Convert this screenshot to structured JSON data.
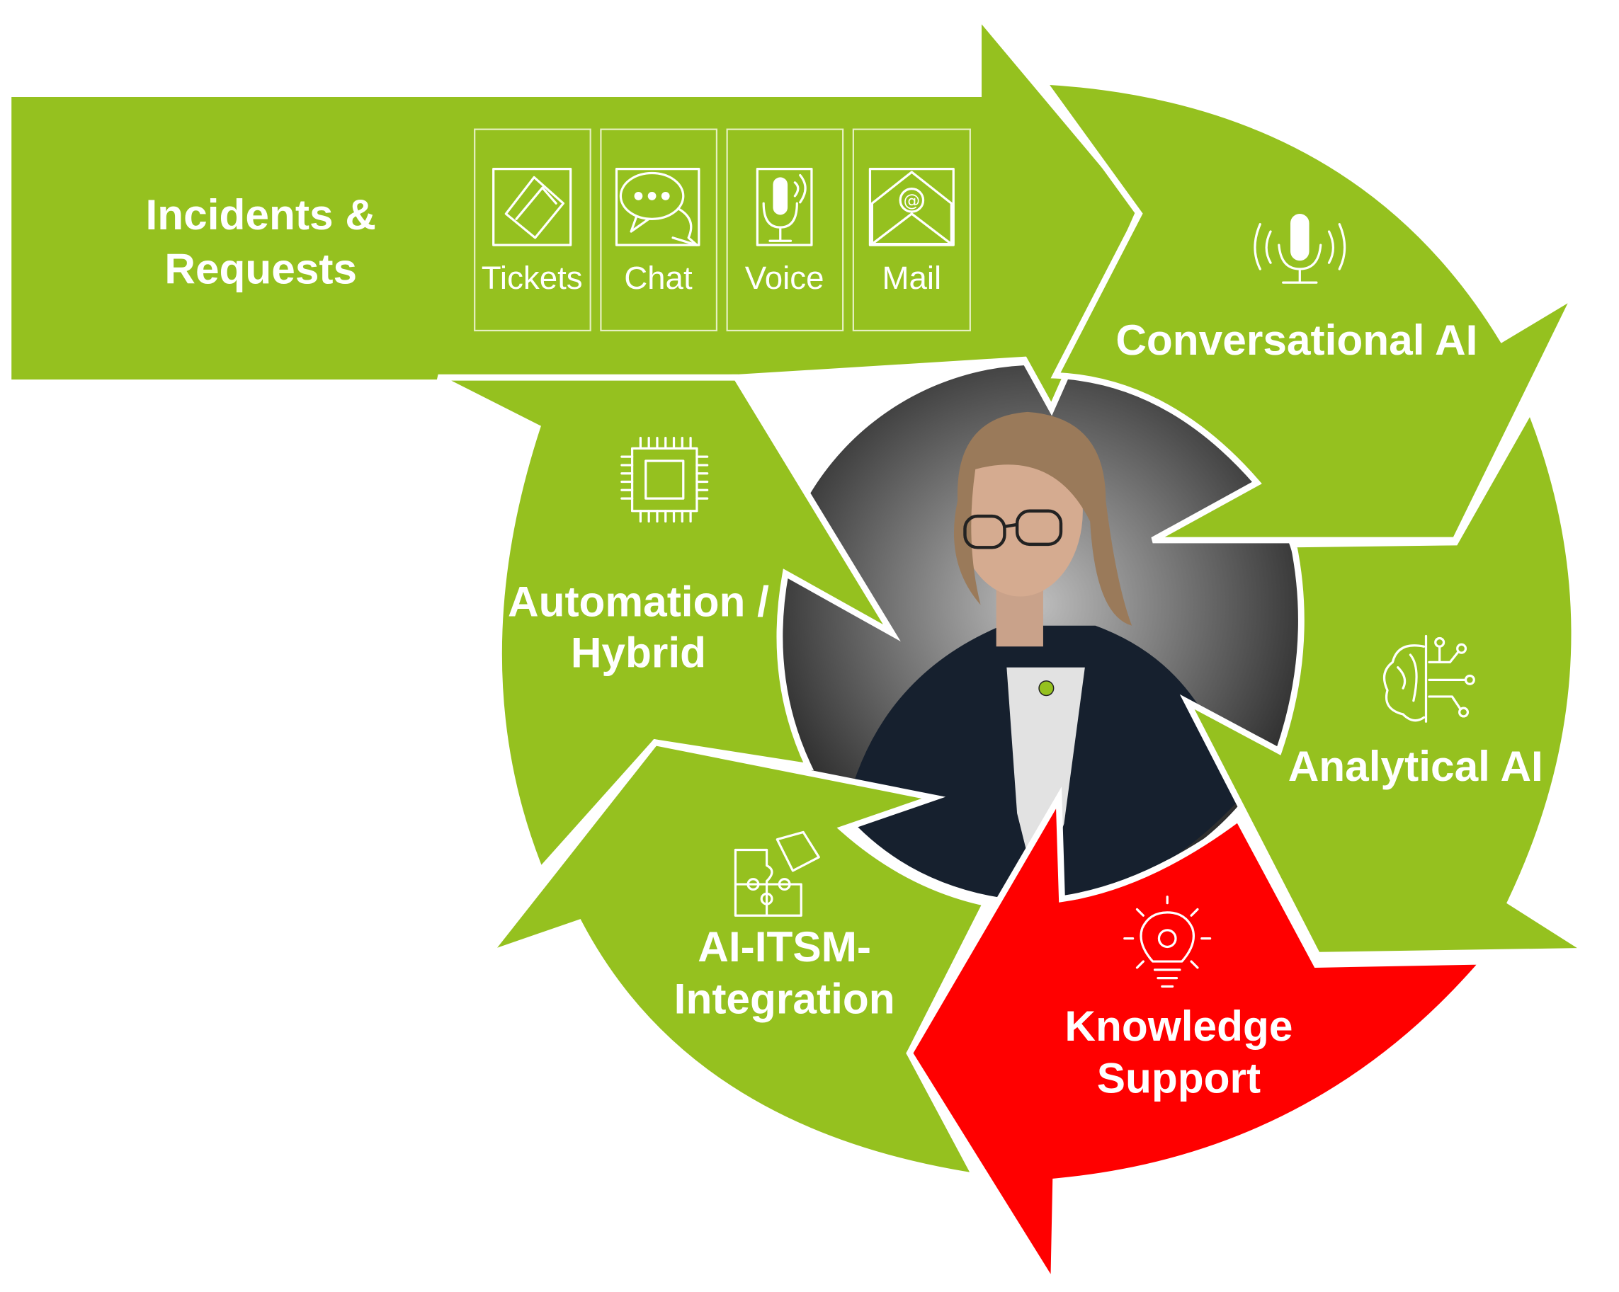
{
  "colors": {
    "green": "#95c11f",
    "red": "#ff0000",
    "outline": "#ffffff",
    "center_dark": "#2a2a2a",
    "center_light": "#b5b5b5"
  },
  "intake": {
    "title_line1": "Incidents &",
    "title_line2": "Requests",
    "channels": [
      {
        "label": "Tickets",
        "icon": "tickets-icon"
      },
      {
        "label": "Chat",
        "icon": "chat-bubbles-icon"
      },
      {
        "label": "Voice",
        "icon": "microphone-icon"
      },
      {
        "label": "Mail",
        "icon": "envelope-at-icon"
      }
    ]
  },
  "cycle": {
    "conversational": {
      "label": "Conversational AI",
      "icon": "microphone-waves-icon"
    },
    "analytical": {
      "label": "Analytical AI",
      "icon": "brain-circuit-icon"
    },
    "knowledge": {
      "line1": "Knowledge",
      "line2": "Support",
      "icon": "lightbulb-gear-icon"
    },
    "integration": {
      "line1": "AI-ITSM-",
      "line2": "Integration",
      "icon": "puzzle-icon"
    },
    "automation": {
      "line1": "Automation /",
      "line2": "Hybrid",
      "icon": "cpu-chip-icon"
    }
  },
  "center": {
    "image": "virtual-assistant-avatar"
  }
}
